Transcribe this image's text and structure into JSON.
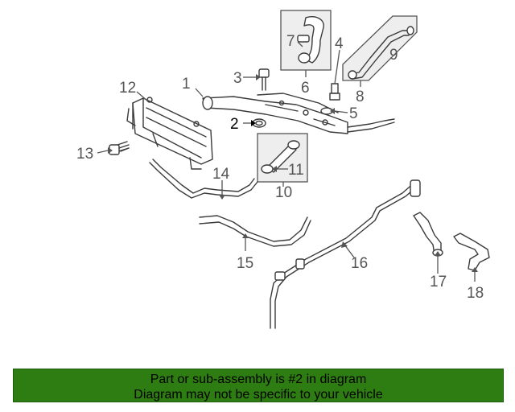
{
  "labels": {
    "l1": "1",
    "l2": "2",
    "l3": "3",
    "l4": "4",
    "l5": "5",
    "l6": "6",
    "l7": "7",
    "l8": "8",
    "l9": "9",
    "l10": "10",
    "l11": "11",
    "l12": "12",
    "l13": "13",
    "l14": "14",
    "l15": "15",
    "l16": "16",
    "l17": "17",
    "l18": "18"
  },
  "highlighted_part": "2",
  "footer": {
    "line1": "Part or sub-assembly is #2 in diagram",
    "line2": "Diagram may not be specific to your vehicle"
  },
  "colors": {
    "footer_bg": "#2e7d12",
    "part_stroke": "#3a3a3a",
    "label": "#555555"
  }
}
